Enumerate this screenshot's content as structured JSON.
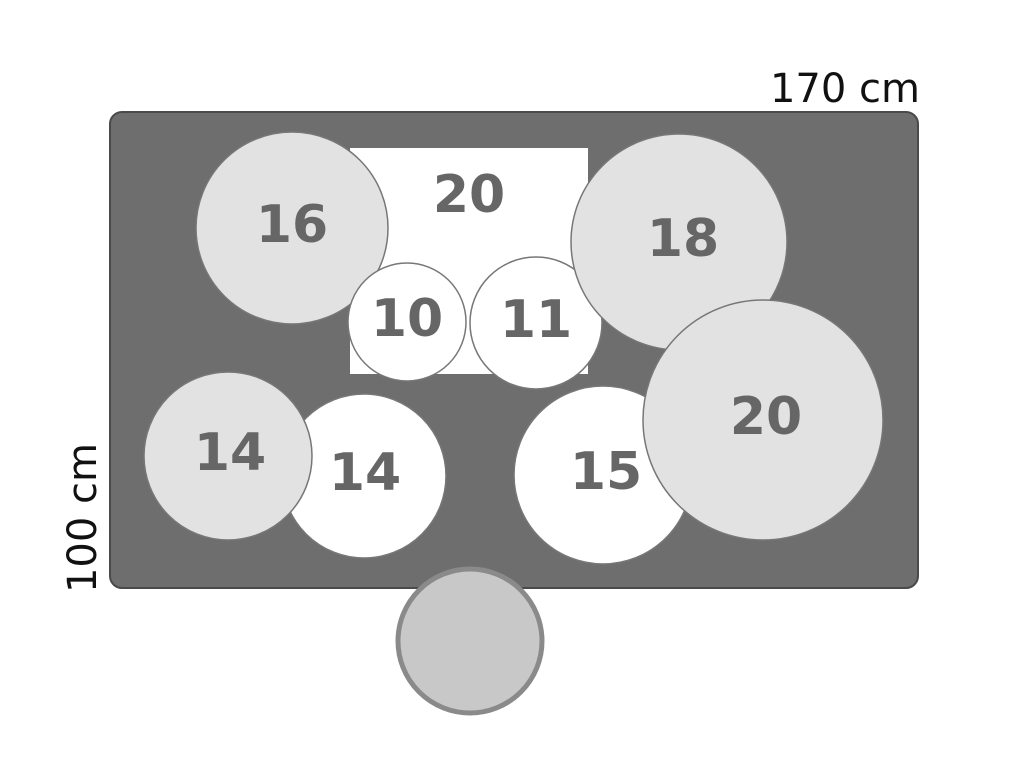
{
  "dimensions": {
    "width_label": "170 cm",
    "height_label": "100 cm"
  },
  "colors": {
    "board": "#6e6e6e",
    "board_edge": "#4a4a4a",
    "square": "#ffffff",
    "circle_white": "#ffffff",
    "circle_light": "#e2e2e2",
    "circle_outline": "#777777",
    "outside_circle": "#c8c8c8",
    "outside_circle_stroke": "#8a8a8a",
    "label": "#666666"
  },
  "square": {
    "label": "20"
  },
  "circles": [
    {
      "id": "circle-16",
      "label": "16",
      "fill": "light"
    },
    {
      "id": "circle-10",
      "label": "10",
      "fill": "white"
    },
    {
      "id": "circle-11",
      "label": "11",
      "fill": "white"
    },
    {
      "id": "circle-18",
      "label": "18",
      "fill": "light"
    },
    {
      "id": "circle-14-white",
      "label": "14",
      "fill": "white"
    },
    {
      "id": "circle-14-light",
      "label": "14",
      "fill": "light"
    },
    {
      "id": "circle-15",
      "label": "15",
      "fill": "white"
    },
    {
      "id": "circle-20",
      "label": "20",
      "fill": "light"
    }
  ],
  "outside_circle": {
    "label": ""
  }
}
